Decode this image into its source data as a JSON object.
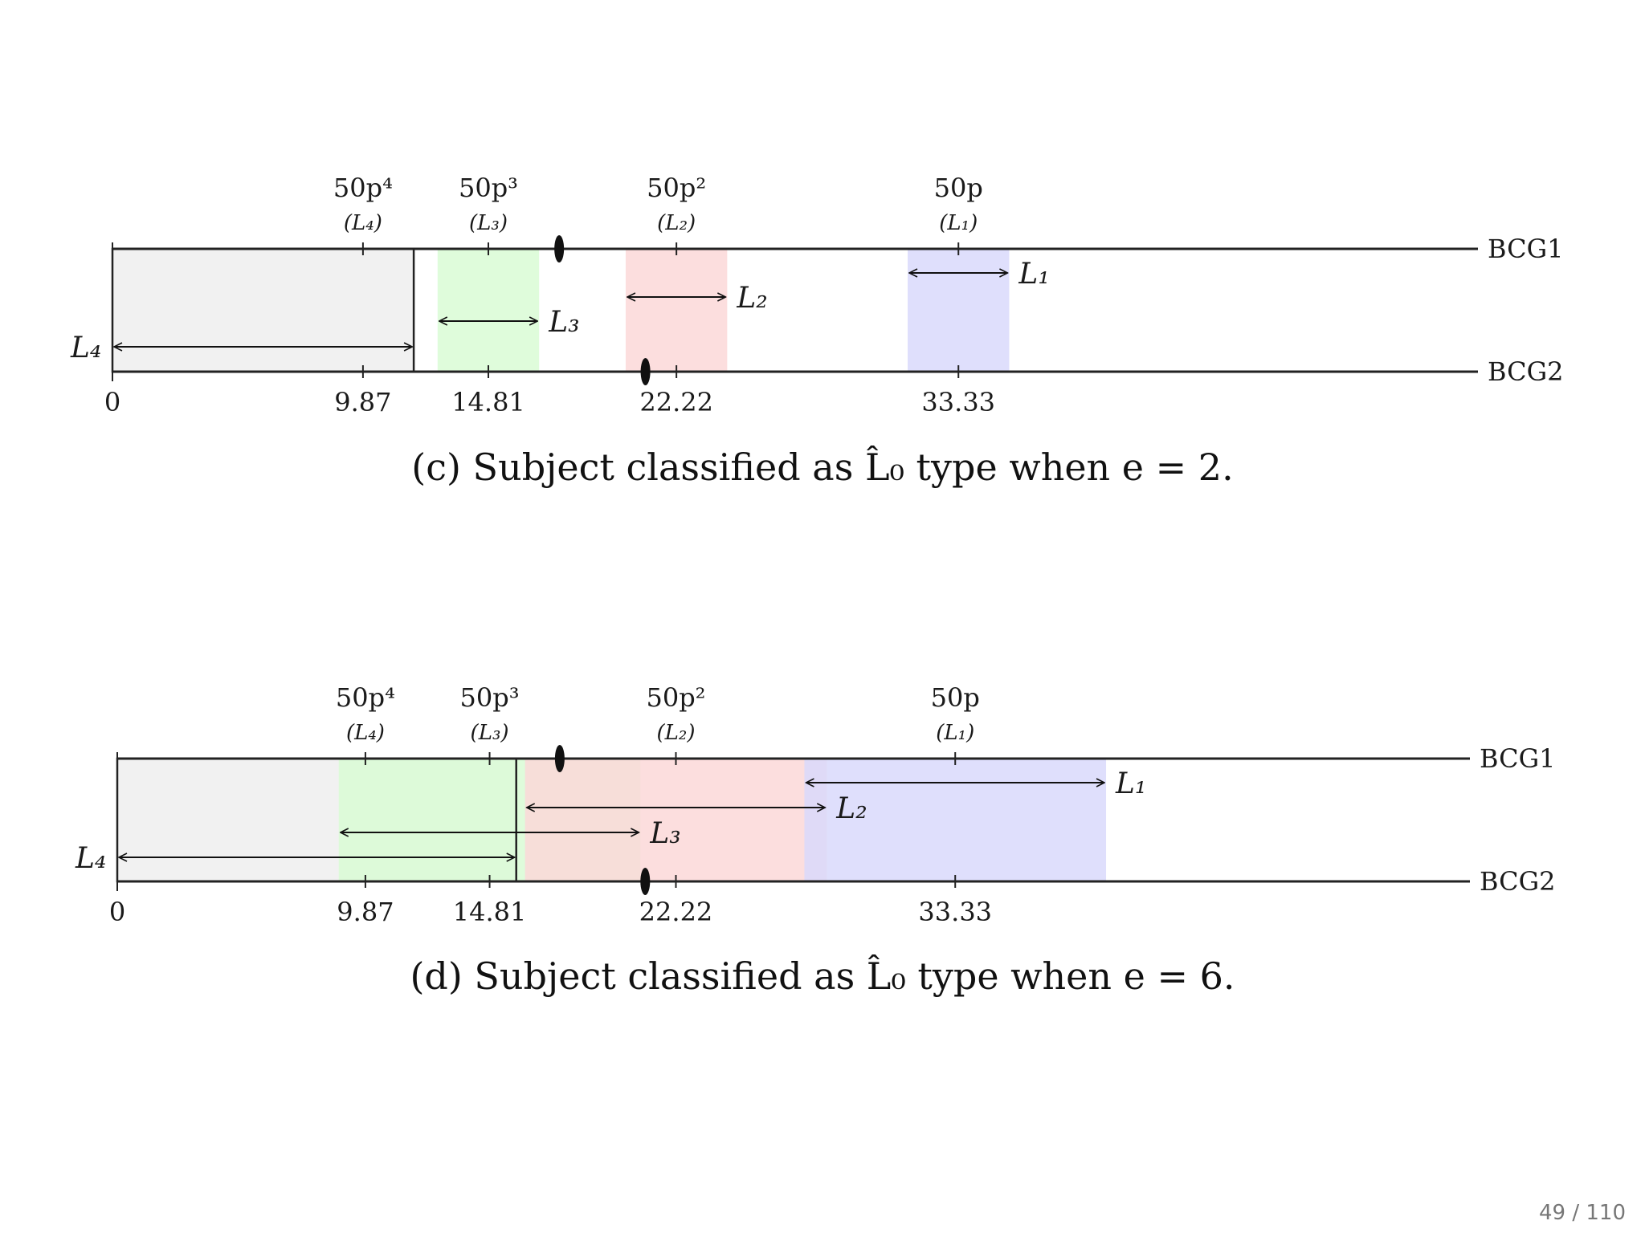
{
  "slide": {
    "page_indicator": "49 / 110"
  },
  "diagrams": [
    {
      "caption": "(c) Subject classified as L̂₀ type when e = 2.",
      "rows": [
        "BCG1",
        "BCG2"
      ],
      "top_ticks": [
        {
          "label": "50p⁴",
          "sub": "(L₄)",
          "value": 9.87
        },
        {
          "label": "50p³",
          "sub": "(L₃)",
          "value": 14.81
        },
        {
          "label": "50p²",
          "sub": "(L₂)",
          "value": 22.22
        },
        {
          "label": "50p",
          "sub": "(L₁)",
          "value": 33.33
        }
      ],
      "bottom_ticks": [
        "0",
        "9.87",
        "14.81",
        "22.22",
        "33.33"
      ],
      "intervals": [
        {
          "level": "L₄",
          "from": 0,
          "to": 11.87,
          "color": "#efefef"
        },
        {
          "level": "L₃",
          "from": 12.81,
          "to": 16.81,
          "color": "#d9fbd5"
        },
        {
          "level": "L₂",
          "from": 20.22,
          "to": 24.22,
          "color": "#fbd8d8"
        },
        {
          "level": "L₁",
          "from": 31.33,
          "to": 35.33,
          "color": "#d9d9fb"
        }
      ],
      "markers": [
        {
          "row": "BCG1",
          "value": 17.6
        },
        {
          "row": "BCG2",
          "value": 21.0
        }
      ]
    },
    {
      "caption": "(d) Subject classified as L̂₀ type when e = 6.",
      "rows": [
        "BCG1",
        "BCG2"
      ],
      "top_ticks": [
        {
          "label": "50p⁴",
          "sub": "(L₄)",
          "value": 9.87
        },
        {
          "label": "50p³",
          "sub": "(L₃)",
          "value": 14.81
        },
        {
          "label": "50p²",
          "sub": "(L₂)",
          "value": 22.22
        },
        {
          "label": "50p",
          "sub": "(L₁)",
          "value": 33.33
        }
      ],
      "bottom_ticks": [
        "0",
        "9.87",
        "14.81",
        "22.22",
        "33.33"
      ],
      "intervals": [
        {
          "level": "L₄",
          "from": 0,
          "to": 15.87,
          "color": "#efefef"
        },
        {
          "level": "L₃",
          "from": 8.81,
          "to": 20.81,
          "color": "#d9fbd5"
        },
        {
          "level": "L₂",
          "from": 16.22,
          "to": 28.22,
          "color": "#fbd8d8"
        },
        {
          "level": "L₁",
          "from": 27.33,
          "to": 39.33,
          "color": "#d9d9fb"
        }
      ],
      "markers": [
        {
          "row": "BCG1",
          "value": 17.6
        },
        {
          "row": "BCG2",
          "value": 21.0
        }
      ]
    }
  ]
}
